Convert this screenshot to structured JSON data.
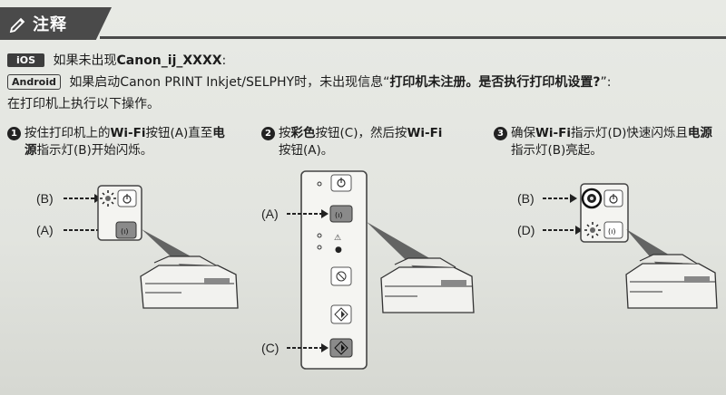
{
  "header": {
    "title": "注释"
  },
  "ios_line": {
    "badge": "iOS",
    "text_pre": "如果未出现",
    "text_bold": "Canon_ij_XXXX",
    "text_post": ":"
  },
  "android_line": {
    "badge": "Android",
    "text_pre": "如果启动Canon PRINT Inkjet/SELPHY时，未出现信息“",
    "text_bold": "打印机未注册。是否执行打印机设置?",
    "text_post": "”:"
  },
  "instruction_line": {
    "text": "在打印机上执行以下操作。"
  },
  "steps": [
    {
      "num": "1",
      "line1_a": "按住打印机上的",
      "line1_b": "Wi-Fi",
      "line1_c": "按钮(A)直至",
      "line1_d": "电",
      "line2_a": "源",
      "line2_b": "指示灯(B)开始闪烁。"
    },
    {
      "num": "2",
      "line1_a": "按",
      "line1_b": "彩色",
      "line1_c": "按钮(C)，然后按",
      "line1_d": "Wi-Fi",
      "line2_a": "按钮(A)。"
    },
    {
      "num": "3",
      "line1_a": "确保",
      "line1_b": "Wi-Fi",
      "line1_c": "指示灯(D)快速闪烁且",
      "line1_d": "电源",
      "line2_a": "指示灯(B)亮起。"
    }
  ],
  "labels": {
    "b": "(B)",
    "a": "(A)",
    "c": "(C)",
    "d": "(D)"
  },
  "icons": [
    "pencil-icon",
    "power-icon",
    "wifi-icon",
    "color-start-icon",
    "stop-icon",
    "warning-icon",
    "ink-drop-icon",
    "printer-icon"
  ]
}
